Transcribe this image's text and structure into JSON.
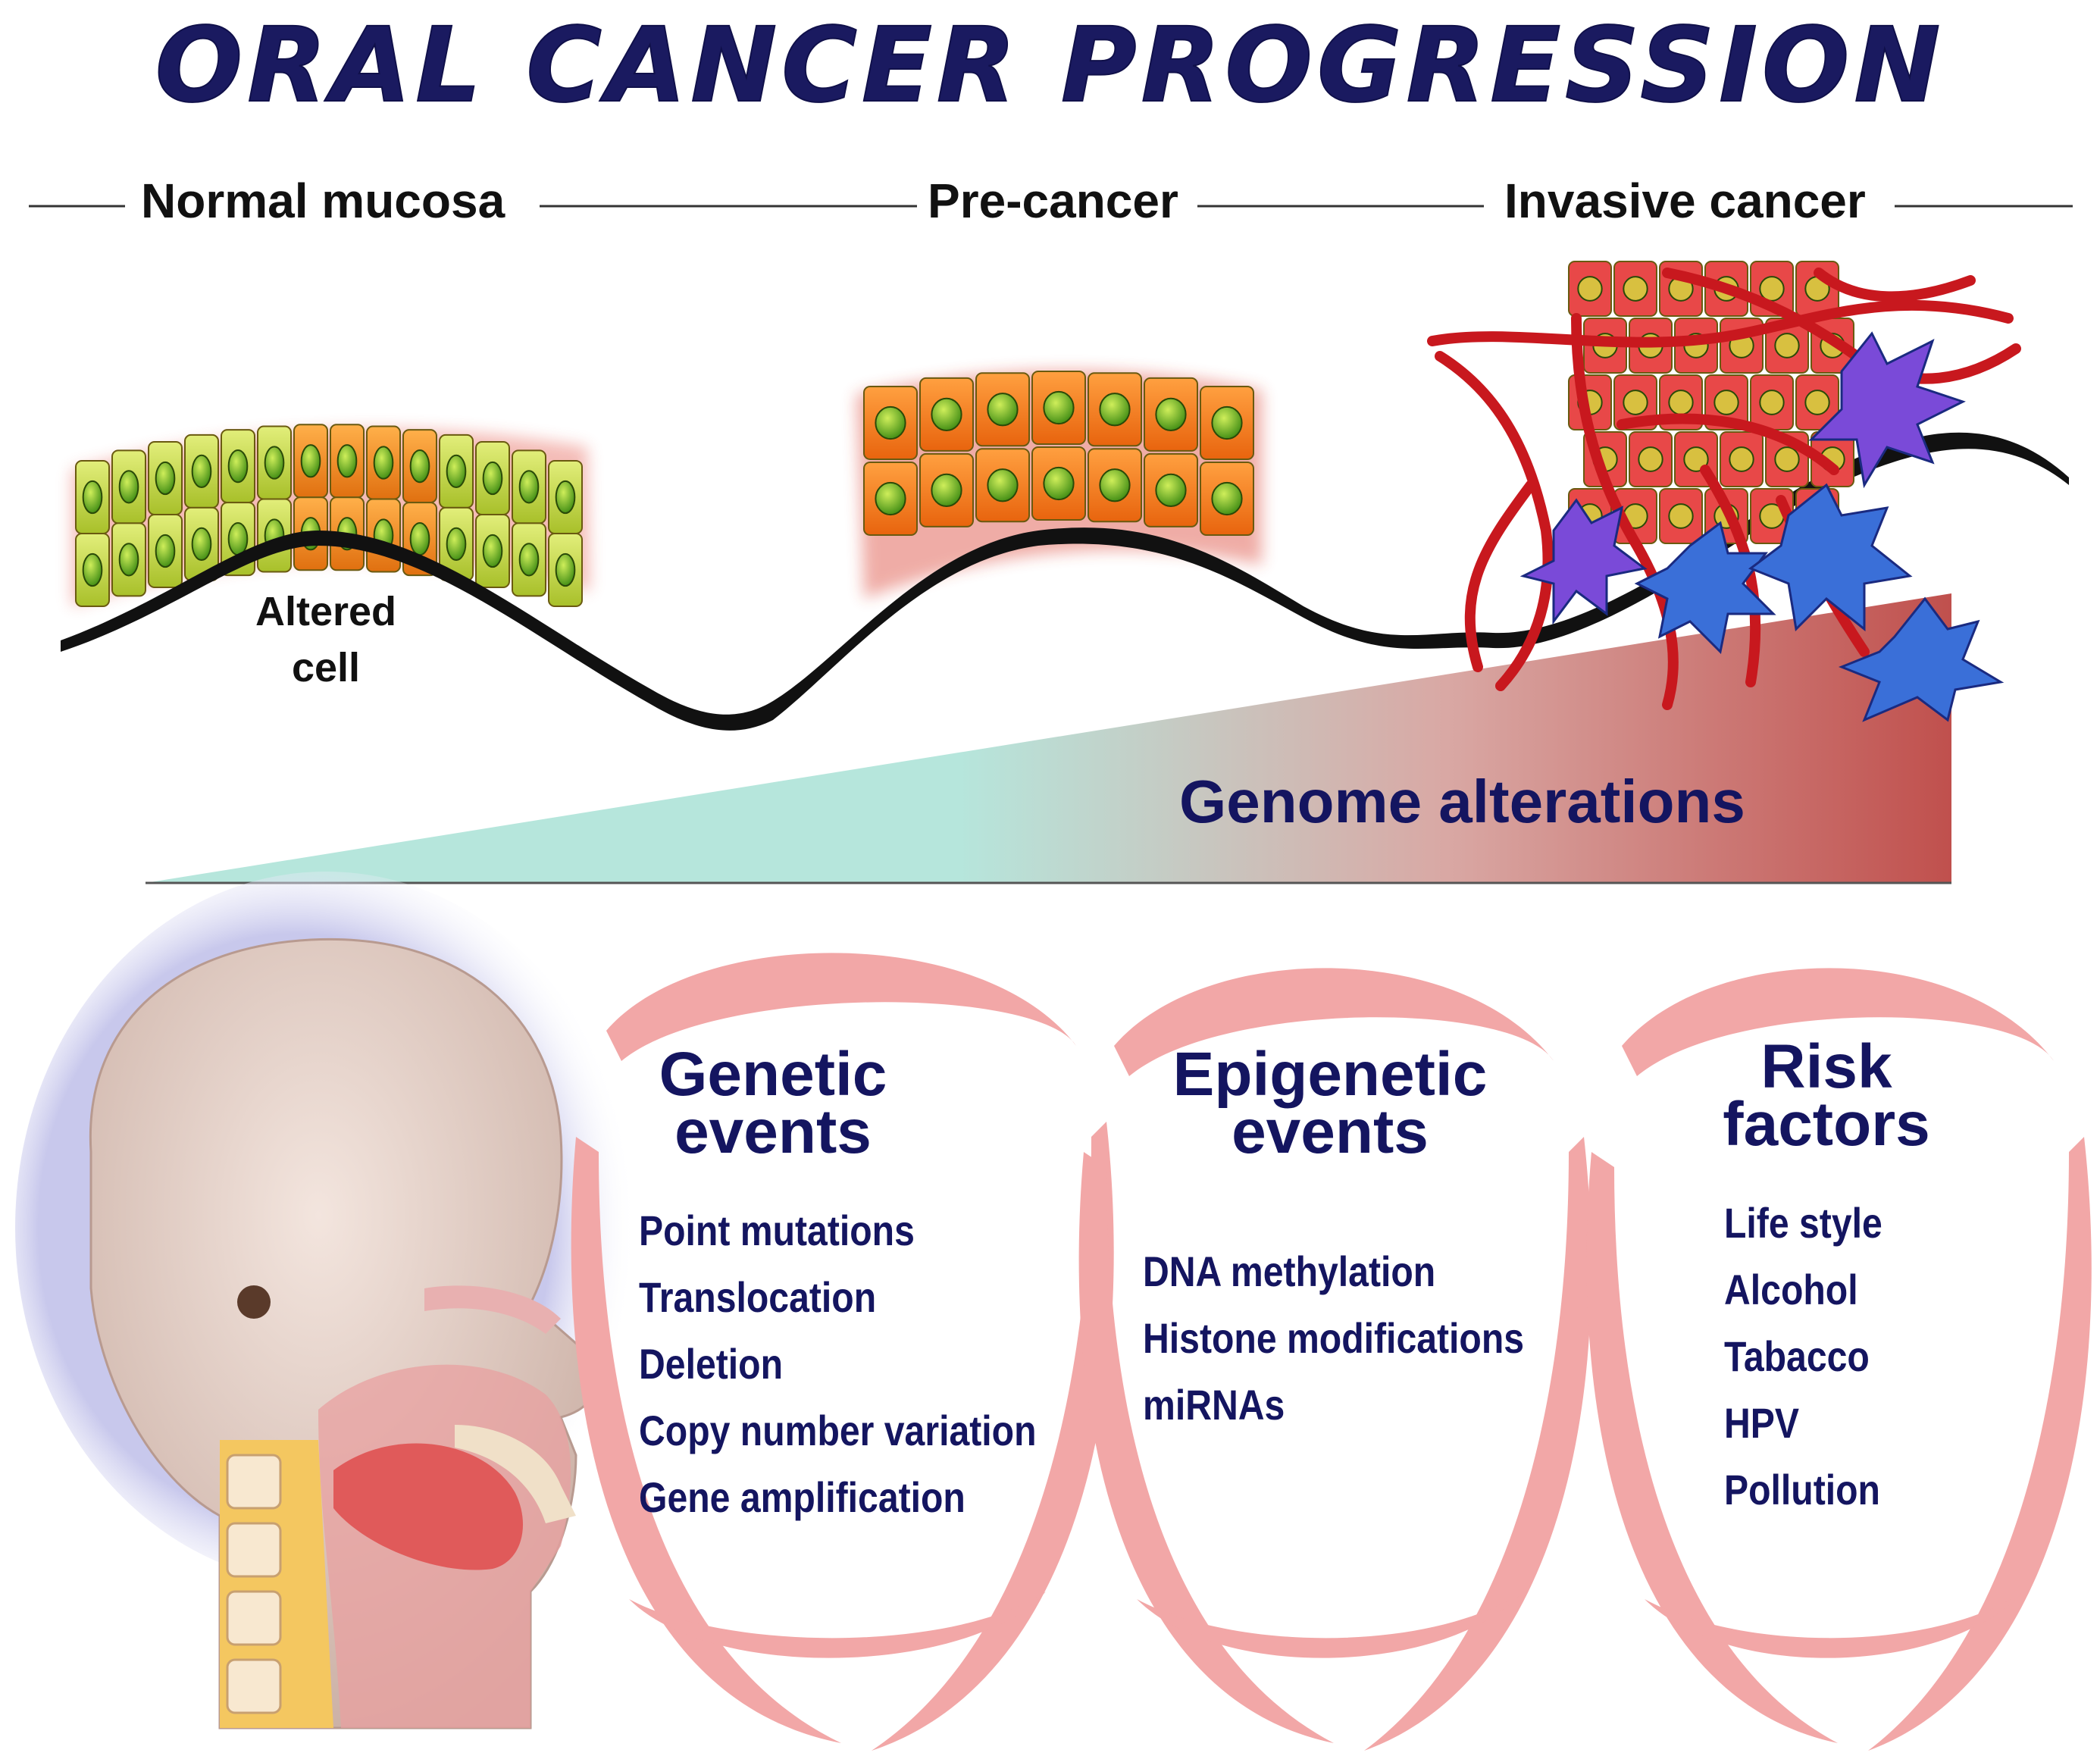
{
  "title": "ORAL CANCER PROGRESSION",
  "stages": [
    "Normal mucosa",
    "Pre-cancer",
    "Invasive cancer"
  ],
  "altered_cell_label": [
    "Altered",
    "cell"
  ],
  "genome_label": "Genome alterations",
  "panels": [
    {
      "title": [
        "Genetic",
        "events"
      ],
      "items": [
        "Point mutations",
        "Translocation",
        "Deletion",
        "Copy number variation",
        "Gene amplification"
      ]
    },
    {
      "title": [
        "Epigenetic",
        "events"
      ],
      "items": [
        "DNA methylation",
        "Histone  modifications",
        "miRNAs"
      ]
    },
    {
      "title": [
        "Risk",
        "factors"
      ],
      "items": [
        "Life style",
        "Alcohol",
        "Tabacco",
        "HPV",
        "Pollution"
      ]
    }
  ],
  "colors": {
    "title": "#1a1a60",
    "navy_text": "#141560",
    "normal_cell": "#c8dc3c",
    "precancer_cell": "#f08a1e",
    "cancer_cell": "#e84040",
    "blue_cell": "#3a6fd8",
    "purple_cell": "#8a4ad8",
    "wedge_start": "#b6e6dc",
    "wedge_end": "#c0504d",
    "panel_swirl": "#f2a7a7"
  }
}
